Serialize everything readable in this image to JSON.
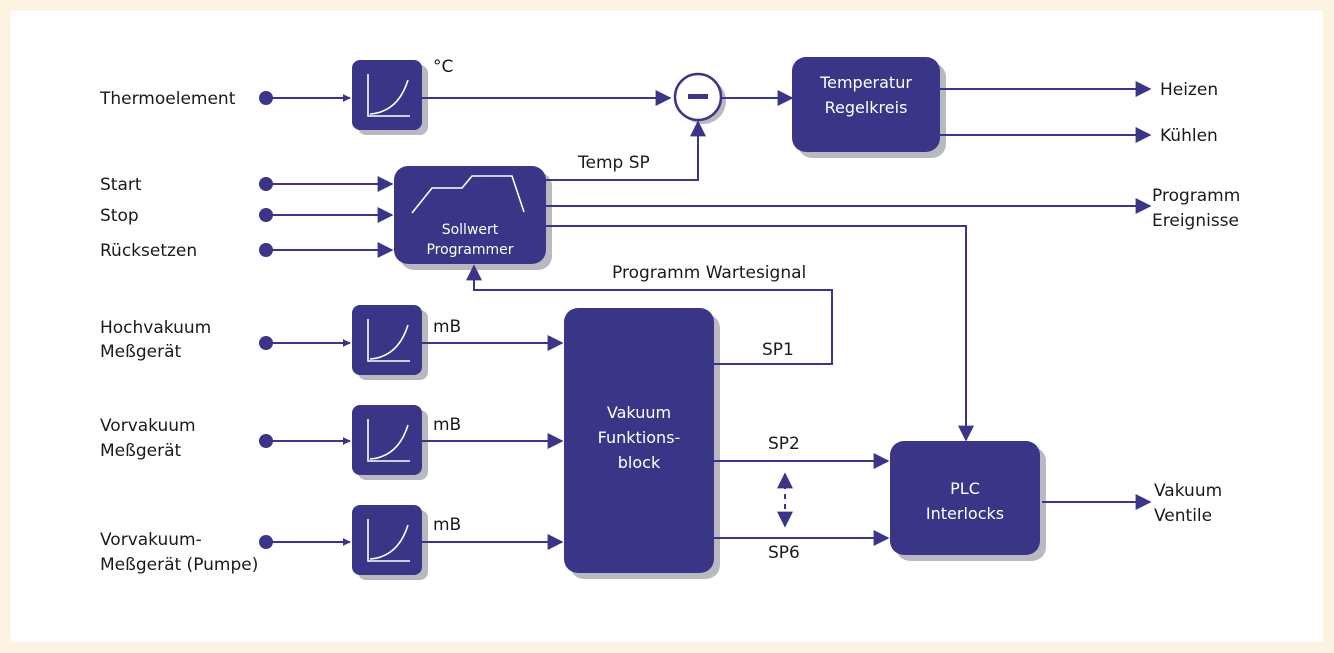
{
  "inputs": {
    "thermoelement": "Thermoelement",
    "start": "Start",
    "stop": "Stop",
    "reset": "Rücksetzen",
    "high_vacuum_1": "Hochvakuum",
    "high_vacuum_2": "Meßgerät",
    "fore_vacuum_1": "Vorvakuum",
    "fore_vacuum_2": "Meßgerät",
    "fore_vacuum_pump_1": "Vorvakuum-",
    "fore_vacuum_pump_2": "Meßgerät (Pumpe)"
  },
  "units": {
    "temperature": "°C",
    "high_vacuum": "mB",
    "fore_vacuum": "mB",
    "fore_vacuum_pump": "mB"
  },
  "blocks": {
    "temp_loop_1": "Temperatur",
    "temp_loop_2": "Regelkreis",
    "programmer_1": "Sollwert",
    "programmer_2": "Programmer",
    "vacuum_1": "Vakuum",
    "vacuum_2": "Funktions-",
    "vacuum_3": "block",
    "plc_1": "PLC",
    "plc_2": "Interlocks"
  },
  "signals": {
    "temp_sp": "Temp SP",
    "wait_signal": "Programm Wartesignal",
    "sp1": "SP1",
    "sp2": "SP2",
    "sp6": "SP6"
  },
  "outputs": {
    "heat": "Heizen",
    "cool": "Kühlen",
    "events_1": "Programm",
    "events_2": "Ereignisse",
    "valves_1": "Vakuum",
    "valves_2": "Ventile"
  },
  "colors": {
    "block": "#3b3588",
    "shadow": "#b9b9c2",
    "frame": "#fdf3e2"
  }
}
